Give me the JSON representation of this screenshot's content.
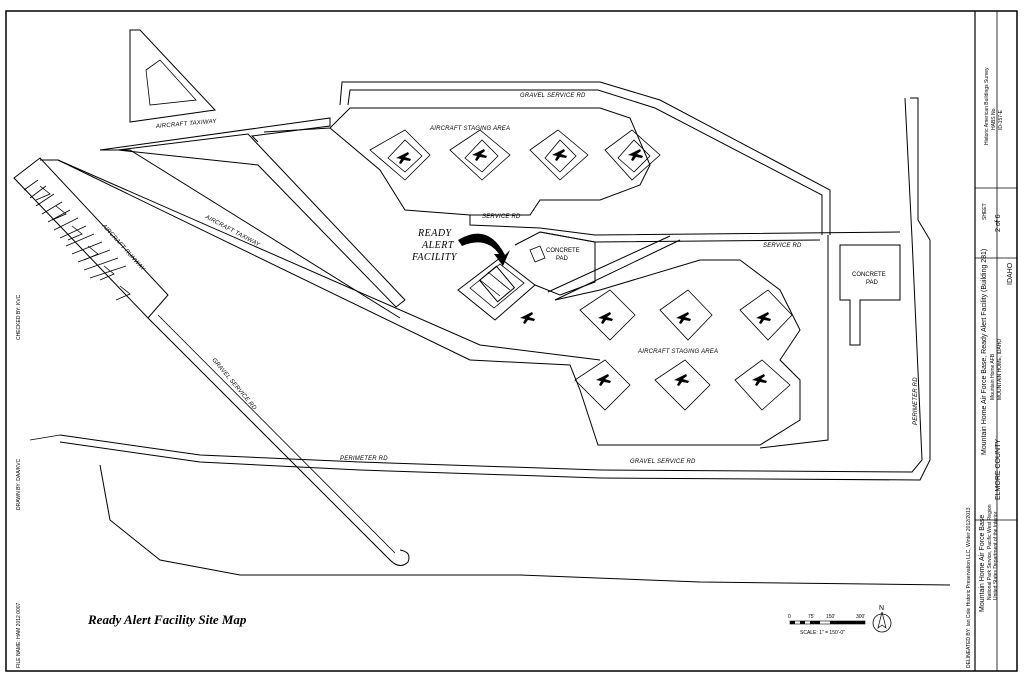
{
  "map": {
    "title": "Ready Alert Facility Site Map",
    "labels": {
      "gravel_service_rd_top": "GRAVEL SERVICE RD",
      "aircraft_taxiway_top": "AIRCRAFT TAXIWAY",
      "aircraft_staging_area_top": "AIRCRAFT STAGING AREA",
      "aircraft_taxiway_diag": "AIRCRAFT TAXIWAY",
      "aircraft_runway": "AIRCRAFT RUNWAY",
      "service_rd_mid": "SERVICE RD",
      "service_rd_right": "SERVICE RD",
      "concrete_pad_mid": "CONCRETE",
      "concrete_pad_mid_2": "PAD",
      "concrete_pad_right": "CONCRETE",
      "concrete_pad_right_2": "PAD",
      "aircraft_staging_area_bottom": "AIRCRAFT STAGING AREA",
      "gravel_service_rd_diag": "GRAVEL SERVICE RD",
      "perimeter_rd": "PERIMETER RD",
      "gravel_service_rd_bottom": "GRAVEL SERVICE RD",
      "perimeter_rd_vertical": "PERIMETER RD"
    },
    "callout": {
      "line1": "READY",
      "line2": "ALERT",
      "line3": "FACILITY"
    },
    "scale": {
      "ticks": [
        "0",
        "75'",
        "150'",
        "300'"
      ],
      "text": "SCALE: 1\" = 150'-0\""
    },
    "north_label": "N"
  },
  "title_block": {
    "survey_name": "Historic American Buildings Survey",
    "survey_no": "HABS No.",
    "survey_no_2": "ID-157-E",
    "sheet_label": "SHEET",
    "sheet_value": "2 of 6",
    "project_title": "Mountain Home Air Force Base, Ready Alert Facility (Building 281)",
    "address": "Mountain Home AFB",
    "address_2": "MOUNTAIN HOME, IDAHO",
    "county": "ELMORE COUNTY",
    "state": "IDAHO",
    "base_name": "Mountain Home Air Force Base",
    "agency_1": "National Park Service, Pacific West Region",
    "agency_2": "United States Department of the Interior",
    "delineator": "DELINEATED BY: Ian Cole Historic Preservation LLC, Winter 2012/2013"
  },
  "margin_notes": {
    "checked_by": "CHECKED BY: KVC",
    "drawn_by": "DRAWN BY: DAA/KVC",
    "file_name": "FILE NAME: HAM 2012 0007"
  }
}
